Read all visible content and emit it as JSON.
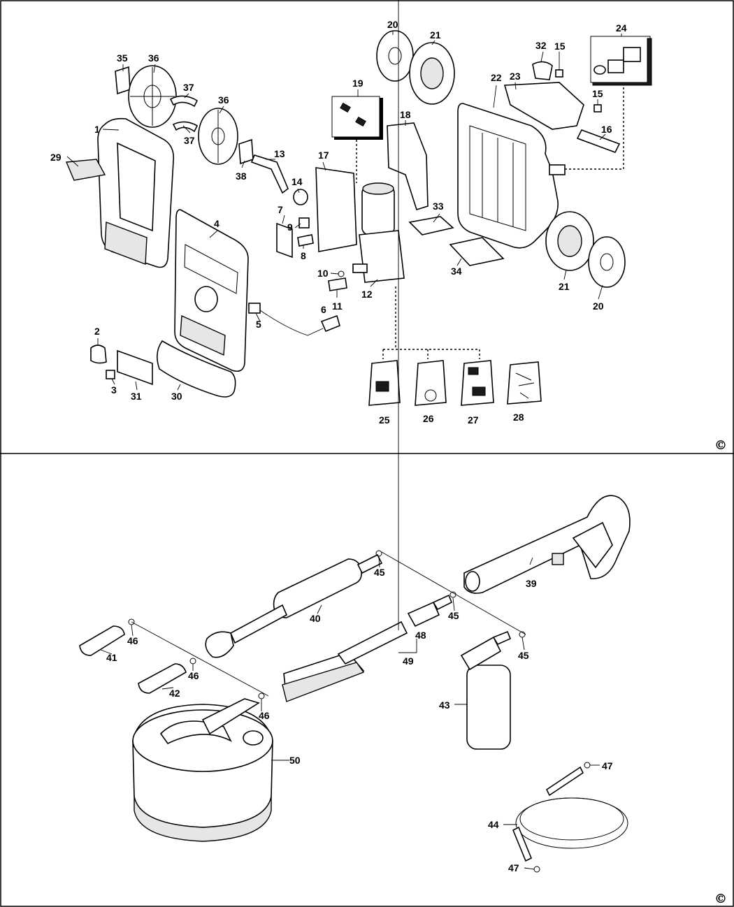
{
  "copyright_symbol": "©",
  "parts": {
    "p1": "1",
    "p2": "2",
    "p3": "3",
    "p4": "4",
    "p5": "5",
    "p6": "6",
    "p7": "7",
    "p8": "8",
    "p9": "9",
    "p10": "10",
    "p11": "11",
    "p12": "12",
    "p13": "13",
    "p14": "14",
    "p15a": "15",
    "p15b": "15",
    "p16": "16",
    "p17": "17",
    "p18": "18",
    "p19": "19",
    "p20a": "20",
    "p20b": "20",
    "p21a": "21",
    "p21b": "21",
    "p22": "22",
    "p23": "23",
    "p24": "24",
    "p25": "25",
    "p26": "26",
    "p27": "27",
    "p28": "28",
    "p29": "29",
    "p30": "30",
    "p31": "31",
    "p32": "32",
    "p33": "33",
    "p34": "34",
    "p35": "35",
    "p36a": "36",
    "p36b": "36",
    "p37a": "37",
    "p37b": "37",
    "p38": "38",
    "p39": "39",
    "p40": "40",
    "p41": "41",
    "p42": "42",
    "p43": "43",
    "p44": "44",
    "p45a": "45",
    "p45b": "45",
    "p45c": "45",
    "p46a": "46",
    "p46b": "46",
    "p46c": "46",
    "p47a": "47",
    "p47b": "47",
    "p48": "48",
    "p49": "49",
    "p50": "50"
  }
}
